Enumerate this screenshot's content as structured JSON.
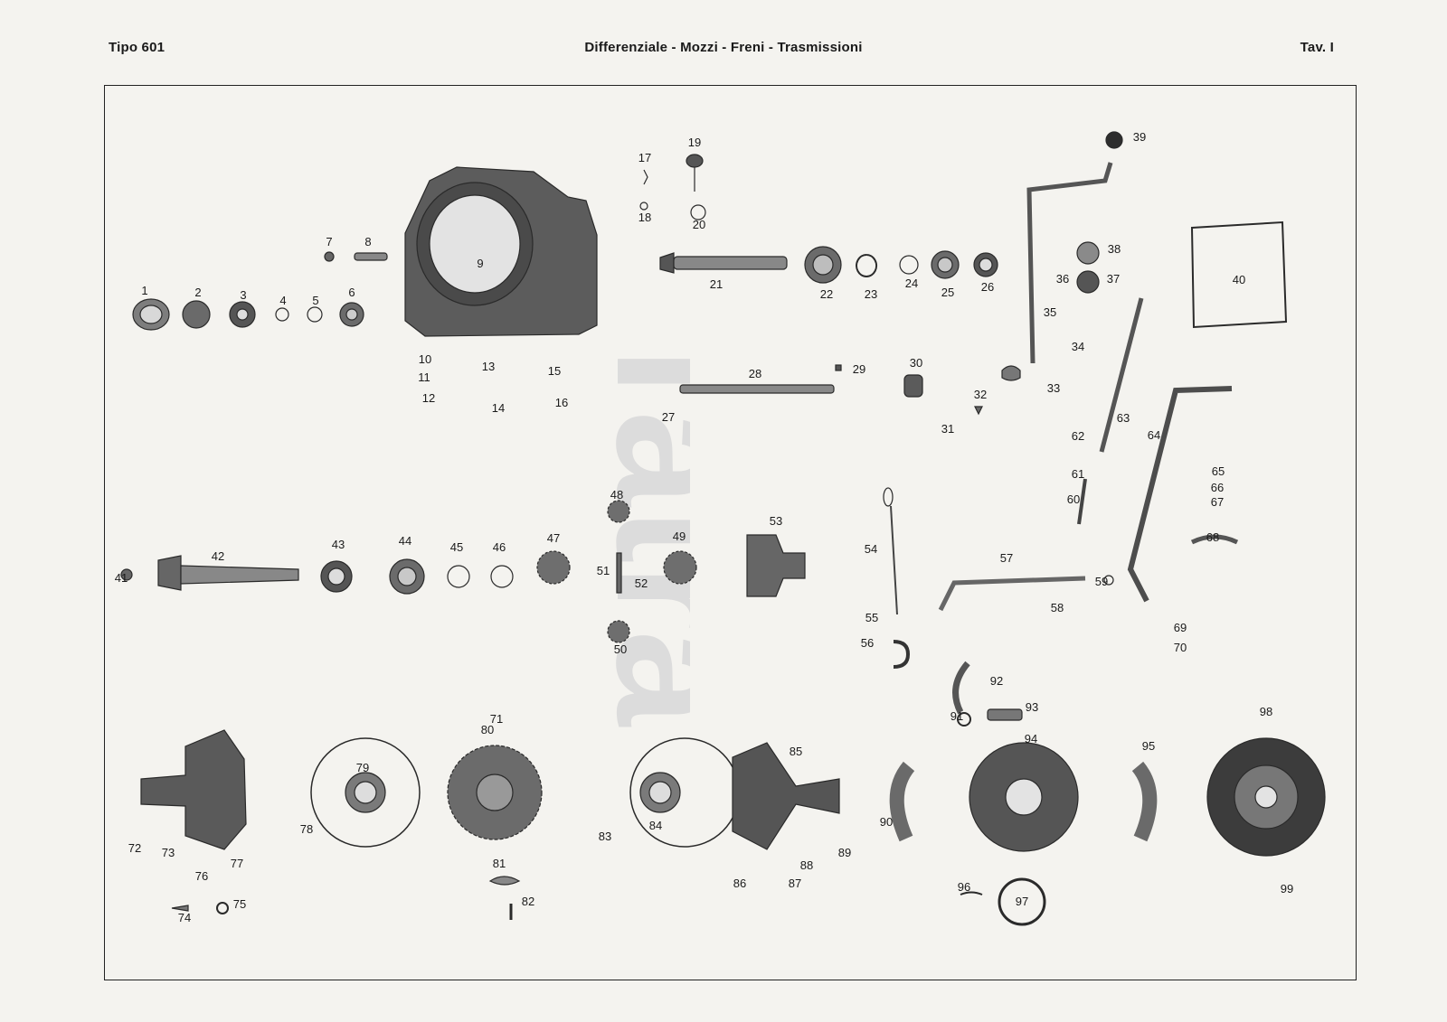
{
  "header": {
    "left": "Tipo 601",
    "center": "Differenziale - Mozzi - Freni - Trasmissioni",
    "right": "Tav. I"
  },
  "watermark": "Tatra",
  "callouts": [
    "1",
    "2",
    "3",
    "4",
    "5",
    "6",
    "7",
    "8",
    "9",
    "10",
    "11",
    "12",
    "13",
    "14",
    "15",
    "16",
    "17",
    "18",
    "19",
    "20",
    "21",
    "22",
    "23",
    "24",
    "25",
    "26",
    "27",
    "28",
    "29",
    "30",
    "31",
    "32",
    "33",
    "34",
    "35",
    "36",
    "37",
    "38",
    "39",
    "40",
    "41",
    "42",
    "43",
    "44",
    "45",
    "46",
    "47",
    "48",
    "49",
    "50",
    "51",
    "52",
    "53",
    "54",
    "55",
    "56",
    "57",
    "58",
    "59",
    "60",
    "61",
    "62",
    "63",
    "64",
    "65",
    "66",
    "67",
    "68",
    "69",
    "70",
    "71",
    "72",
    "73",
    "74",
    "75",
    "76",
    "77",
    "78",
    "79",
    "80",
    "81",
    "82",
    "83",
    "84",
    "85",
    "86",
    "87",
    "88",
    "89",
    "90",
    "91",
    "92",
    "93",
    "94",
    "95",
    "96",
    "97",
    "98",
    "99"
  ],
  "colors": {
    "ink": "#1a1a1a",
    "paper": "#f4f3ef",
    "part_fill": "#7d7d7d",
    "part_dark": "#3c3c3c",
    "watermark": "#dcdcdc"
  }
}
